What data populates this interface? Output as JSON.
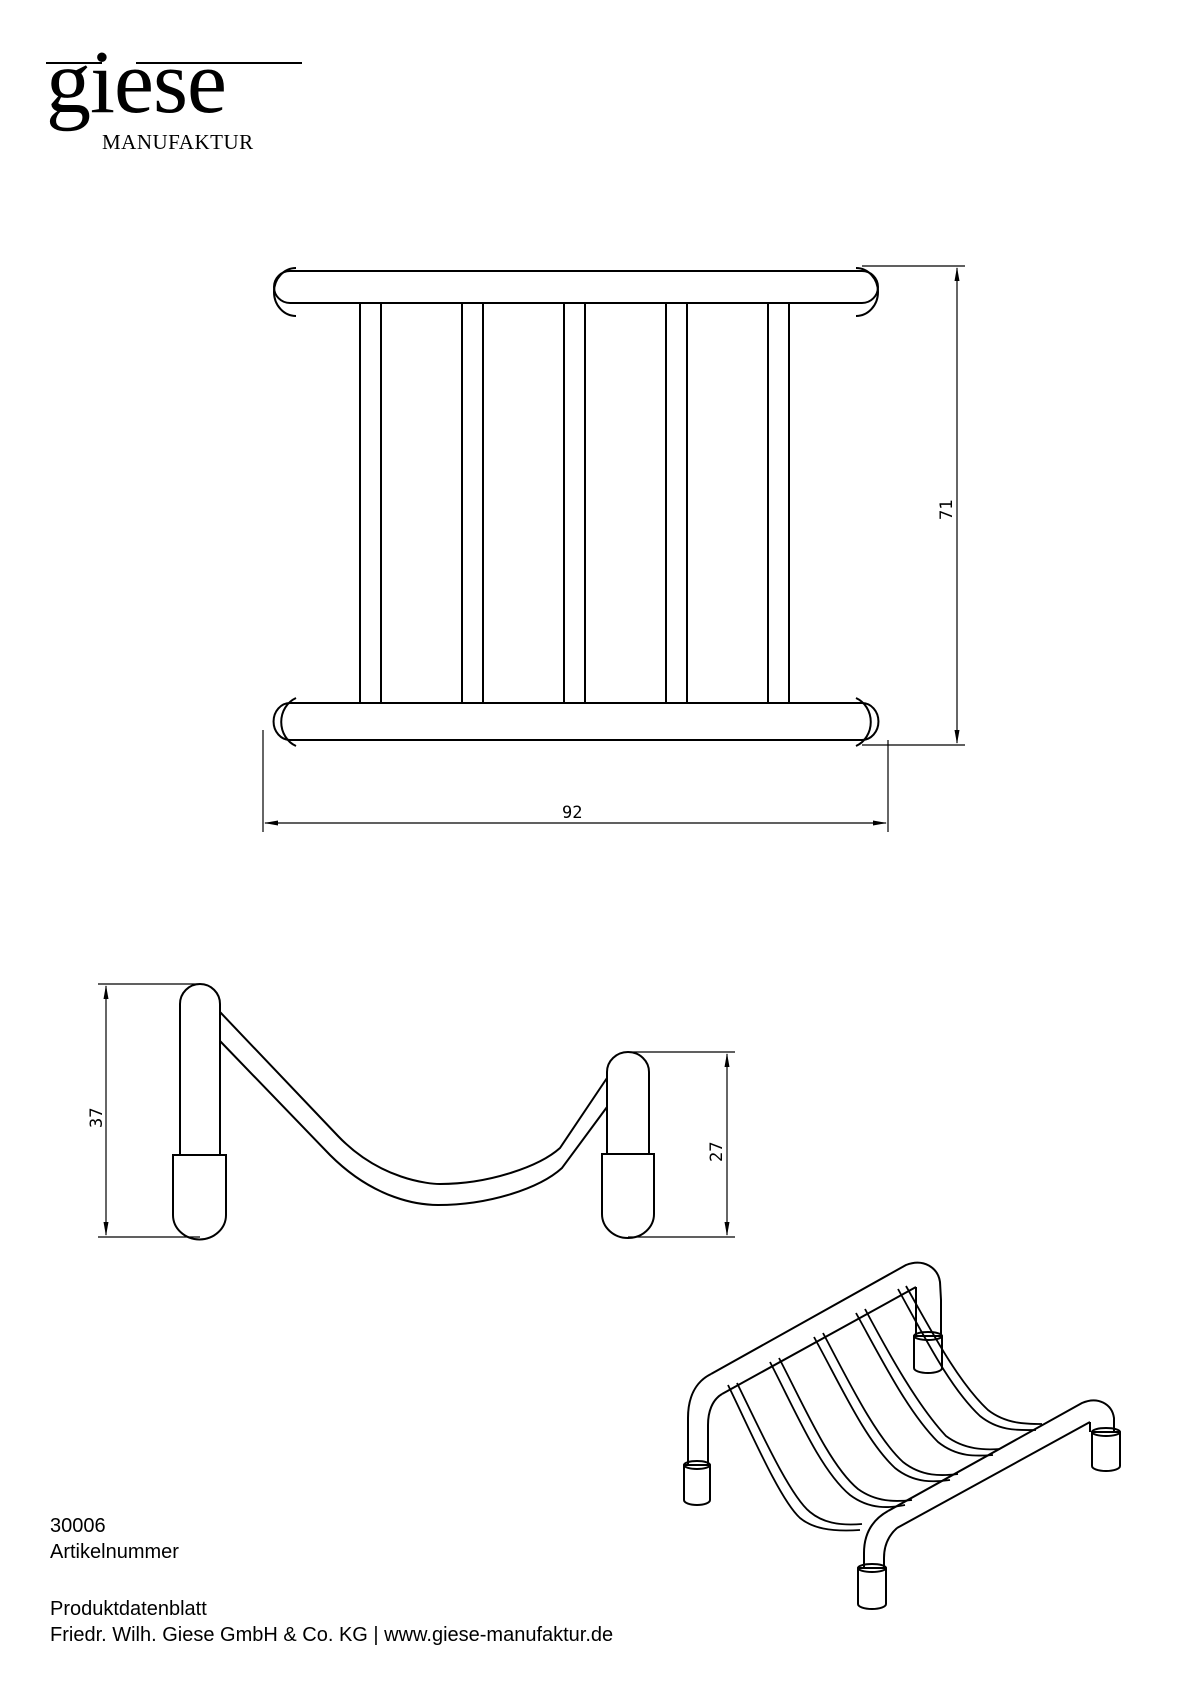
{
  "brand": {
    "name": "giese",
    "subtitle": "MANUFAKTUR"
  },
  "drawing": {
    "top_view": {
      "width_dimension": "92",
      "height_dimension": "71",
      "bar_count": 5
    },
    "side_view": {
      "left_height_dimension": "37",
      "right_height_dimension": "27"
    },
    "iso_view": {
      "label": "isometric view of soap dish wire rack"
    }
  },
  "footer": {
    "article_number": "30006",
    "article_label": "Artikelnummer",
    "sheet_title": "Produktdatenblatt",
    "company_line": "Friedr. Wilh. Giese GmbH & Co. KG | www.giese-manufaktur.de"
  },
  "colors": {
    "line": "#000000",
    "background": "#ffffff"
  }
}
